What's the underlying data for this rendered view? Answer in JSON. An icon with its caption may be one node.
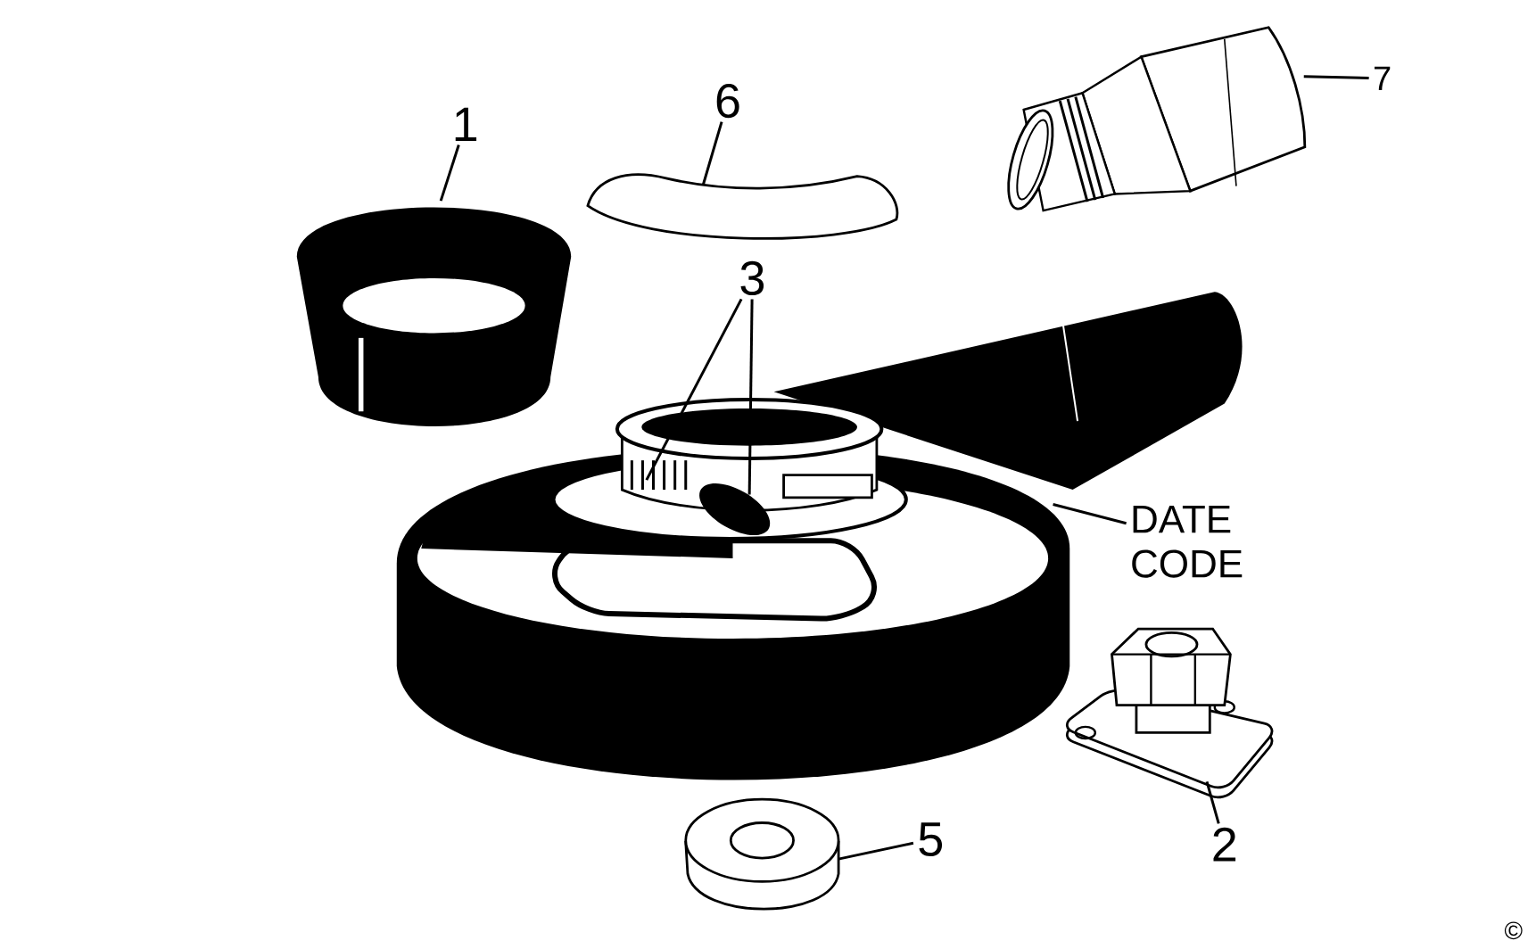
{
  "diagram": {
    "nodes": [
      {
        "text": [
          "1"
        ]
      },
      {
        "text": [],
        "shape": "picture"
      },
      {
        "text": [
          "6"
        ]
      },
      {
        "text": [],
        "shape": "picture"
      },
      {
        "text": [
          "7"
        ]
      },
      {
        "text": [],
        "shape": "picture"
      },
      {
        "text": [
          "3"
        ]
      },
      {
        "text": [],
        "shape": "picture"
      },
      {
        "text": [],
        "shape": "picture"
      },
      {
        "text": [
          "DATE CODE"
        ]
      },
      {
        "text": [],
        "shape": "picture"
      },
      {
        "text": [
          "2"
        ]
      },
      {
        "text": [],
        "shape": "picture"
      },
      {
        "text": [
          "5"
        ]
      }
    ],
    "edges": [
      {
        "from": 0,
        "to": 1,
        "arrow": "none"
      },
      {
        "from": 2,
        "to": 3,
        "arrow": "none"
      },
      {
        "from": 4,
        "to": 5,
        "arrow": "none"
      },
      {
        "from": 6,
        "to": 7,
        "arrow": "none"
      },
      {
        "from": 6,
        "to": 7,
        "arrow": "none"
      },
      {
        "from": 9,
        "to": 8,
        "arrow": "none"
      },
      {
        "from": 11,
        "to": 10,
        "arrow": "none"
      },
      {
        "from": 13,
        "to": 12,
        "arrow": "none"
      }
    ],
    "labels": [
      "©"
    ]
  }
}
